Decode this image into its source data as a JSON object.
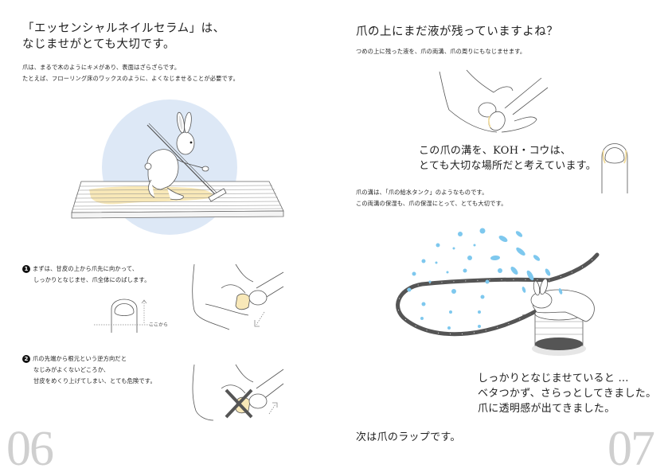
{
  "spread": {
    "left_page": {
      "page_number": "06",
      "headline": {
        "line1": "「エッセンシャルネイルセラム」は、",
        "line2": "なじませがとても大切です。"
      },
      "intro": {
        "line1": "爪は、まるで木のようにキメがあり、表面はざらざらです。",
        "line2": "たとえば、フローリング床のワックスのように、よくなじませることが必要です。"
      },
      "illustration_rabbit_mopping": {
        "description": "rabbit-mopping-floor",
        "colors": {
          "circle": "#dde8f6",
          "wax": "#f8e8b8",
          "line": "#555555"
        }
      },
      "steps": [
        {
          "number": "1",
          "line1": "まずは、甘皮の上から爪先に向かって、",
          "line2": "しっかりとなじませ、爪全体にのばします。",
          "diagram_label": "ここから"
        },
        {
          "number": "2",
          "line1": "爪の先端から根元という逆方向だと",
          "line2": "なじみがよくないどころか、",
          "line3": "甘皮をめくり上げてしまい、とても危険です。"
        }
      ]
    },
    "right_page": {
      "page_number": "07",
      "headline": "爪の上にまだ液が残っていますよね？",
      "subtext": "つめの上に残った液を、爪の両溝、爪の周りにもなじませます。",
      "callout": {
        "line1": "この爪の溝を、KOH・コウは、",
        "line2": "とても大切な場所だと考えています。"
      },
      "groove_text": {
        "line1": "爪の溝は、「爪の給水タンク」のようなものです。",
        "line2": "この両溝の保湿も、爪の保湿にとって、とても大切です。"
      },
      "result": {
        "line1": "しっかりとなじませていると …",
        "line2": "ベタつかず、さらっとしてきました。",
        "line3": "爪に透明感が出てきました。"
      },
      "next": "次は爪のラップです。",
      "illustration_colors": {
        "water": "#7ec8ee",
        "hose": "#555555",
        "nail_accent": "#f3dc9a"
      }
    }
  }
}
